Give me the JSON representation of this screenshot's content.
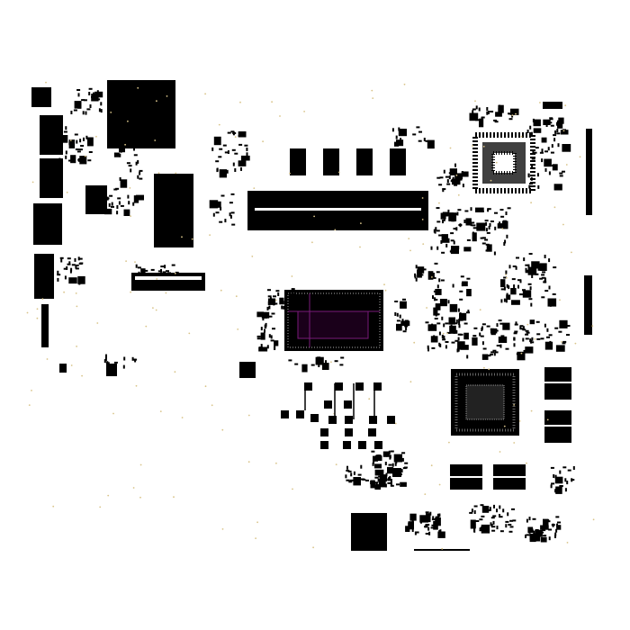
{
  "diagram": {
    "kind": "pcb-component-layout",
    "colors": {
      "background": "#ffffff",
      "ink": "#000000",
      "cpu_highlight": "#7a1a7a",
      "via_dot": "#d9c48a",
      "pad": "#ffffff"
    },
    "regions": [
      "left-connector-strip",
      "upper-left-soc",
      "memory-slot-row",
      "center-cpu-bga",
      "upper-right-bga",
      "lower-right-gpu-bga",
      "right-edge-connectors",
      "vram-chips",
      "power-stage-area",
      "bottom-controller"
    ]
  }
}
